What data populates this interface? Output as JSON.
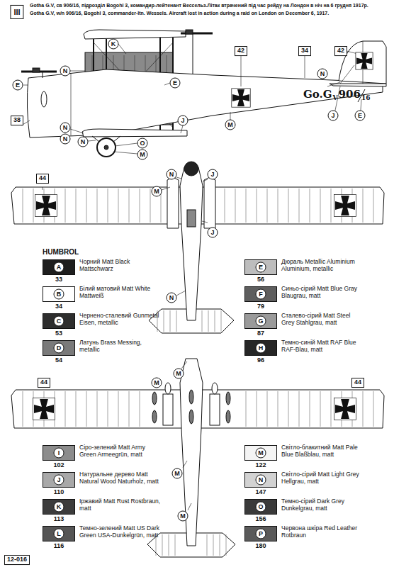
{
  "diagram": {
    "labels": [
      "III",
      "Gotha G.V, св 906/16, підрозділ Bogohl 3, командир-лейтенант Вессельз.Літак втрачений під час рейду на Лондон в ніч на 6 грудня 1917р.",
      "Gotha G.V, w/n 906/16, Bogohl 3, commander-ltn. Wessels. Aircraft lost in action during a raid on London on December 6, 1917.",
      "42",
      "34",
      "42",
      "K",
      "N",
      "E",
      "E",
      "N",
      "N",
      "N",
      "O",
      "M",
      "J",
      "M",
      "N",
      "J",
      "E",
      "38",
      "Go.G",
      "V",
      "906",
      "16",
      "44",
      "M",
      "N",
      "J",
      "J",
      "N",
      "HUMBROL",
      "A",
      "33",
      "B",
      "34",
      "C",
      "53",
      "D",
      "54",
      "E",
      "56",
      "F",
      "79",
      "G",
      "87",
      "H",
      "96",
      "I",
      "102",
      "J",
      "110",
      "K",
      "113",
      "L",
      "116",
      "M",
      "122",
      "N",
      "147",
      "O",
      "156",
      "P",
      "180",
      "44",
      "M",
      "M",
      "44",
      "M",
      "M",
      "12-016"
    ],
    "legend": [
      {
        "text": "Чорний Matt Black Mattschwarz",
        "color": "#1e1e1e"
      },
      {
        "text": "Білий матовий Matt White Mattweiß",
        "color": "#ffffff"
      },
      {
        "text": "Чернено-сталевий Gunmetal Eisen, metallic",
        "color": "#2e2e2e"
      },
      {
        "text": "Латунь Brass Messing, metallic",
        "color": "#7a7a7a"
      },
      {
        "text": "Дюраль Metallic Aluminium Aluminium, metallic",
        "color": "#bdbdbd"
      },
      {
        "text": "Синьо-сірий Matt Blue Gray Blaugrau, matt",
        "color": "#5e5e5e"
      },
      {
        "text": "Сталево-сірий Matt Steel Grey Stahlgrau, matt",
        "color": "#9a9a9a"
      },
      {
        "text": "Темно-синій Matt RAF Blue RAF-Blau, matt",
        "color": "#262626"
      },
      {
        "text": "Сіро-зелений Matt Army Green Armeegrün, matt",
        "color": "#8c8c8c"
      },
      {
        "text": "Натуральне дерево Matt Natural Wood Naturholz, matt",
        "color": "#a8a8a8"
      },
      {
        "text": "Іржавий Matt Rust Rostbraun, matt",
        "color": "#3c3c3c"
      },
      {
        "text": "Темно-зелений Matt US Dark Green USA-Dunkelgrün, matt",
        "color": "#555555"
      },
      {
        "text": "Світло-блакитний Matt Pale Blue Blaßblau, matt",
        "color": "#f4f4f4"
      },
      {
        "text": "Світло-сірий Matt Light Grey Hellgrau, matt",
        "color": "#d2d2d2"
      },
      {
        "text": "Темно-сірий Dark Grey Dunkelgrau, matt",
        "color": "#3a3a3a"
      },
      {
        "text": "Червона шкіра Red Leather Rotbraun",
        "color": "#5a5a5a"
      }
    ]
  }
}
